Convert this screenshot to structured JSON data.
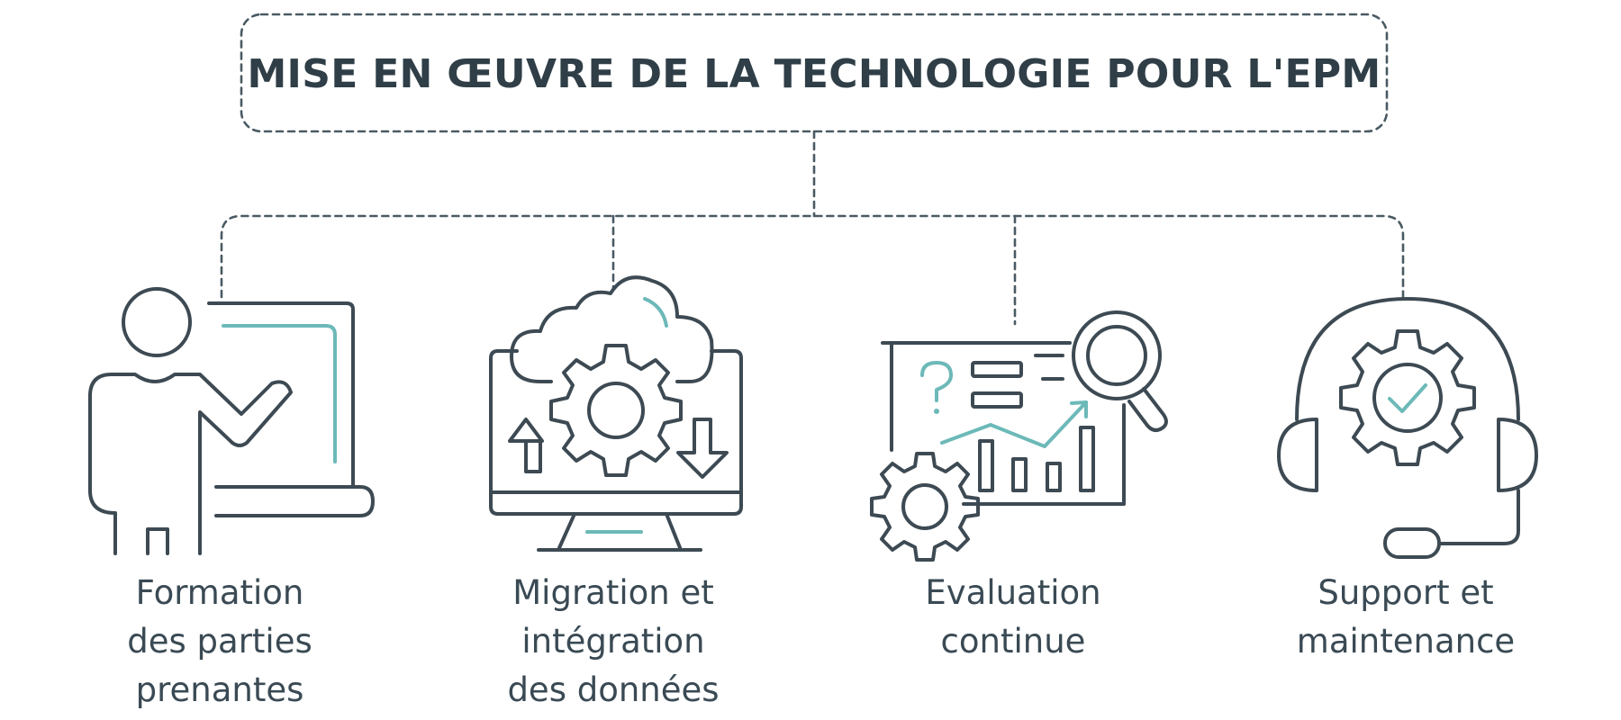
{
  "title": "MISE EN ŒUVRE DE LA TECHNOLOGIE POUR L'EPM",
  "colors": {
    "ink": "#3d4a53",
    "accent": "#6cb9b8",
    "title": "#2f3e47"
  },
  "items": [
    {
      "icon": "presentation-trainer-icon",
      "lines": [
        "Formation",
        "des parties",
        "prenantes"
      ]
    },
    {
      "icon": "cloud-monitor-gear-icon",
      "lines": [
        "Migration et",
        "intégration",
        "des données"
      ]
    },
    {
      "icon": "analytics-board-magnifier-icon",
      "lines": [
        "Evaluation",
        "continue"
      ]
    },
    {
      "icon": "headset-gear-check-icon",
      "lines": [
        "Support et",
        "maintenance"
      ]
    }
  ]
}
